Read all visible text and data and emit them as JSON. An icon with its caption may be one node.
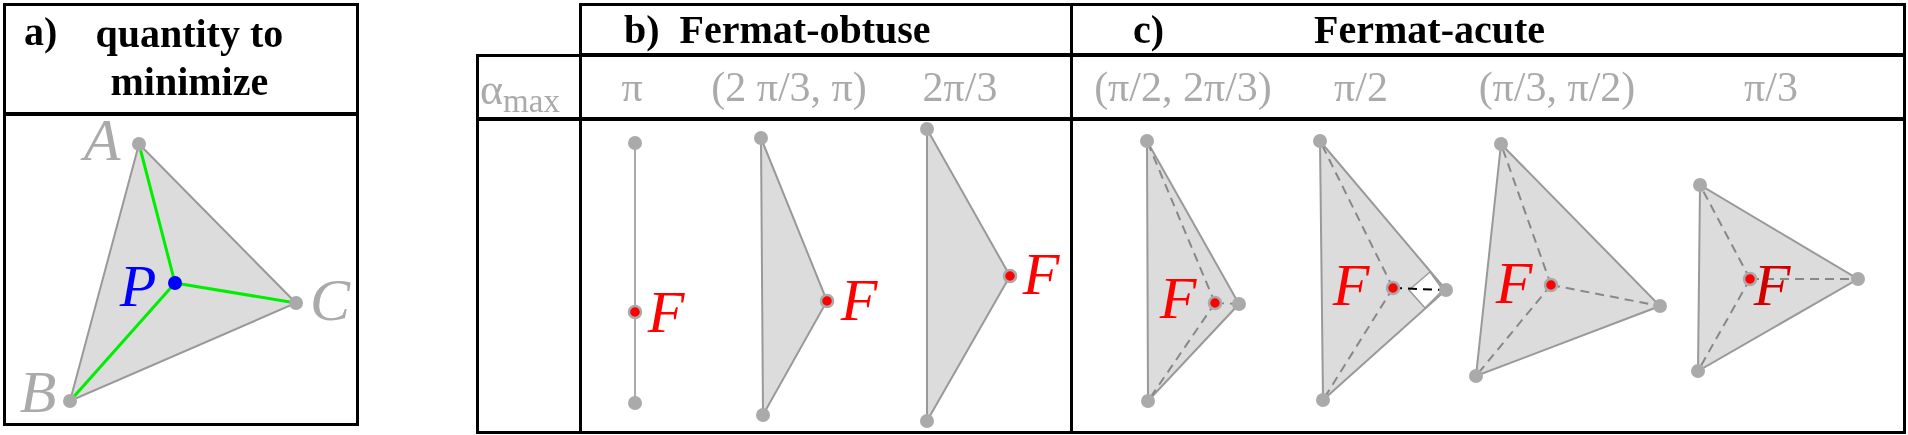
{
  "diagram": {
    "nodes": [
      {
        "text": [
          "a)",
          "quantity to minimize"
        ]
      },
      {
        "text": [
          "b)",
          "Fermat-obtuse"
        ]
      },
      {
        "text": [
          "c)",
          "Fermat-acute"
        ]
      }
    ],
    "labels": [
      "A",
      "P",
      "C",
      "B",
      "α$_{max}$",
      "π",
      "(2 π/3, π)",
      "2π/3",
      "(π/2, 2π/3)",
      "π/2",
      "(π/3, π/2)",
      "π/3",
      "F",
      "F",
      "F",
      "F",
      "F",
      "F",
      "F"
    ]
  }
}
